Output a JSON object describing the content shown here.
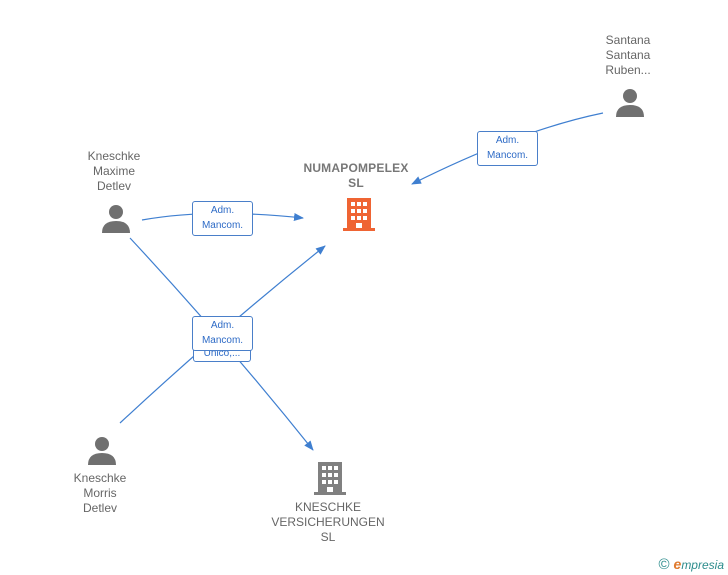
{
  "colors": {
    "edge": "#3f7fd0",
    "person_icon": "#707070",
    "company_main": "#ef6433",
    "company_other": "#808080",
    "label_border": "#4a7fc9",
    "label_text": "#2e6bc6"
  },
  "nodes": {
    "numapompelex": {
      "line1": "NUMAPOMPELEX",
      "line2": "SL",
      "icon": "building-icon"
    },
    "versicherungen": {
      "line1": "KNESCHKE",
      "line2": "VERSICHERUNGEN",
      "line3": "SL",
      "icon": "building-icon"
    },
    "maxime": {
      "line1": "Kneschke",
      "line2": "Maxime",
      "line3": "Detlev",
      "icon": "person-icon"
    },
    "morris": {
      "line1": "Kneschke",
      "line2": "Morris",
      "line3": "Detlev",
      "icon": "person-icon"
    },
    "santana": {
      "line1": "Santana",
      "line2": "Santana",
      "line3": "Ruben...",
      "icon": "person-icon"
    }
  },
  "edge_labels": {
    "santana_numa": {
      "line1": "Adm.",
      "line2": "Mancom."
    },
    "maxime_numa": {
      "line1": "Adm.",
      "line2": "Mancom."
    },
    "center_front": {
      "line1": "Adm.",
      "line2": "Mancom."
    },
    "center_back": {
      "line1": "Unico,..."
    }
  },
  "watermark": {
    "copyright": "©",
    "brand_initial": "e",
    "brand_rest": "mpresia"
  }
}
